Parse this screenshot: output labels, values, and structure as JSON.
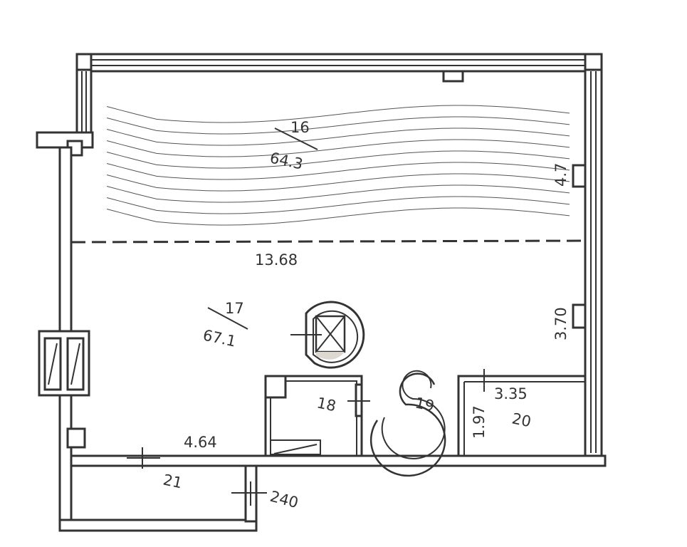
{
  "rooms": [
    {
      "number": "16",
      "area": "64.3"
    },
    {
      "number": "17",
      "area": "67.1"
    },
    {
      "number": "18"
    },
    {
      "number": "19"
    },
    {
      "number": "20"
    },
    {
      "number": "21"
    }
  ],
  "dimensions": {
    "right_upper": "4.7",
    "divider_width": "13.68",
    "right_lower": "3.70",
    "room20_width": "3.35",
    "room20_depth": "1.97",
    "bottom_left": "4.64",
    "room21_height": "240"
  }
}
